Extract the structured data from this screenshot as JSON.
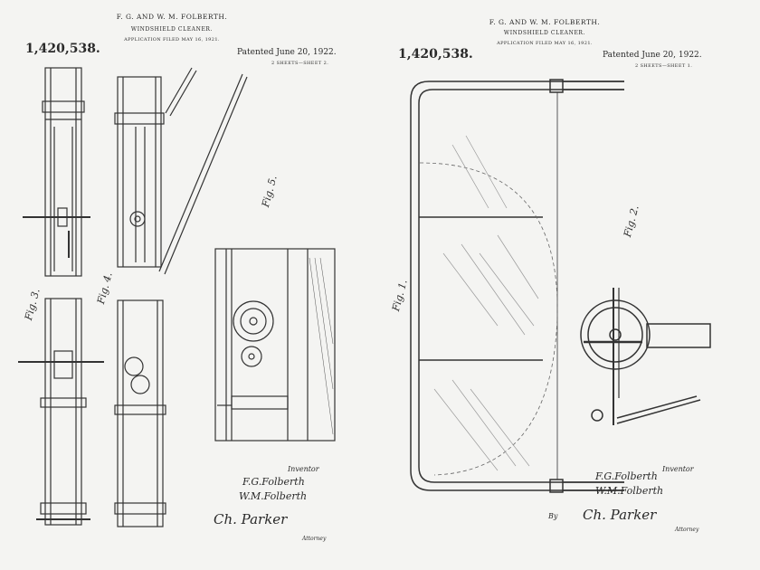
{
  "left_sheet": {
    "inventors": "F. G. AND W. M. FOLBERTH.",
    "title": "WINDSHIELD CLEANER.",
    "application": "APPLICATION FILED MAY 16, 1921.",
    "patent_number": "1,420,538.",
    "patented": "Patented June 20, 1922.",
    "sheets": "2 SHEETS—SHEET 2.",
    "fig_labels": [
      "Fig. 3.",
      "Fig. 4.",
      "Fig. 5."
    ],
    "inventor_label": "Inventor",
    "signatures": [
      "F.G.Folberth",
      "W.M.Folberth"
    ],
    "attorney_signature": "Ch. Parker",
    "attorney_label": "Attorney"
  },
  "right_sheet": {
    "inventors": "F. G. AND W. M. FOLBERTH.",
    "title": "WINDSHIELD CLEANER.",
    "application": "APPLICATION FILED MAY 16, 1921.",
    "patent_number": "1,420,538.",
    "patented": "Patented June 20, 1922.",
    "sheets": "2 SHEETS—SHEET 1.",
    "fig_labels": [
      "Fig. 1.",
      "Fig. 2."
    ],
    "inventor_label": "Inventor",
    "signatures": [
      "F.G.Folberth",
      "W.M.Folberth"
    ],
    "by_label": "By",
    "attorney_signature": "Ch. Parker",
    "attorney_label": "Attorney"
  }
}
